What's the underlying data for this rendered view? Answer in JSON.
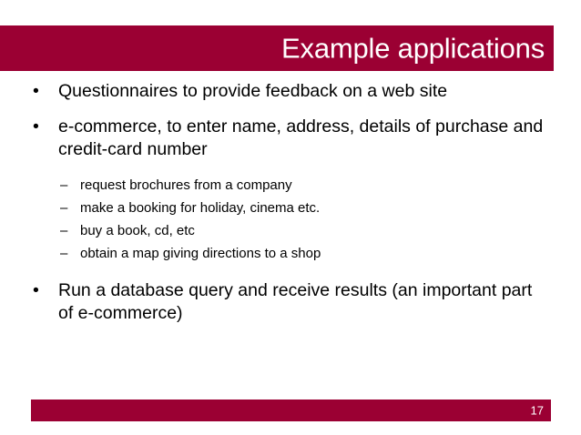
{
  "slide": {
    "title": "Example applications",
    "theme_color": "#9b0033",
    "title_color": "#ffffff",
    "body_text_color": "#000000",
    "background_color": "#ffffff"
  },
  "content": {
    "bullets": [
      {
        "marker": "•",
        "text": "Questionnaires to provide feedback on a web site"
      },
      {
        "marker": "•",
        "text": "e-commerce, to enter name, address, details of purchase and credit-card number"
      },
      {
        "marker": "•",
        "text": "Run a database query and receive results (an important part of e-commerce)"
      }
    ],
    "sub_bullets": [
      {
        "marker": "–",
        "text": "request brochures from a company"
      },
      {
        "marker": "–",
        "text": "make a booking for holiday, cinema etc."
      },
      {
        "marker": "–",
        "text": "buy a book, cd, etc"
      },
      {
        "marker": "–",
        "text": "obtain a map giving directions to a shop"
      }
    ]
  },
  "footer": {
    "page_number": "17"
  }
}
